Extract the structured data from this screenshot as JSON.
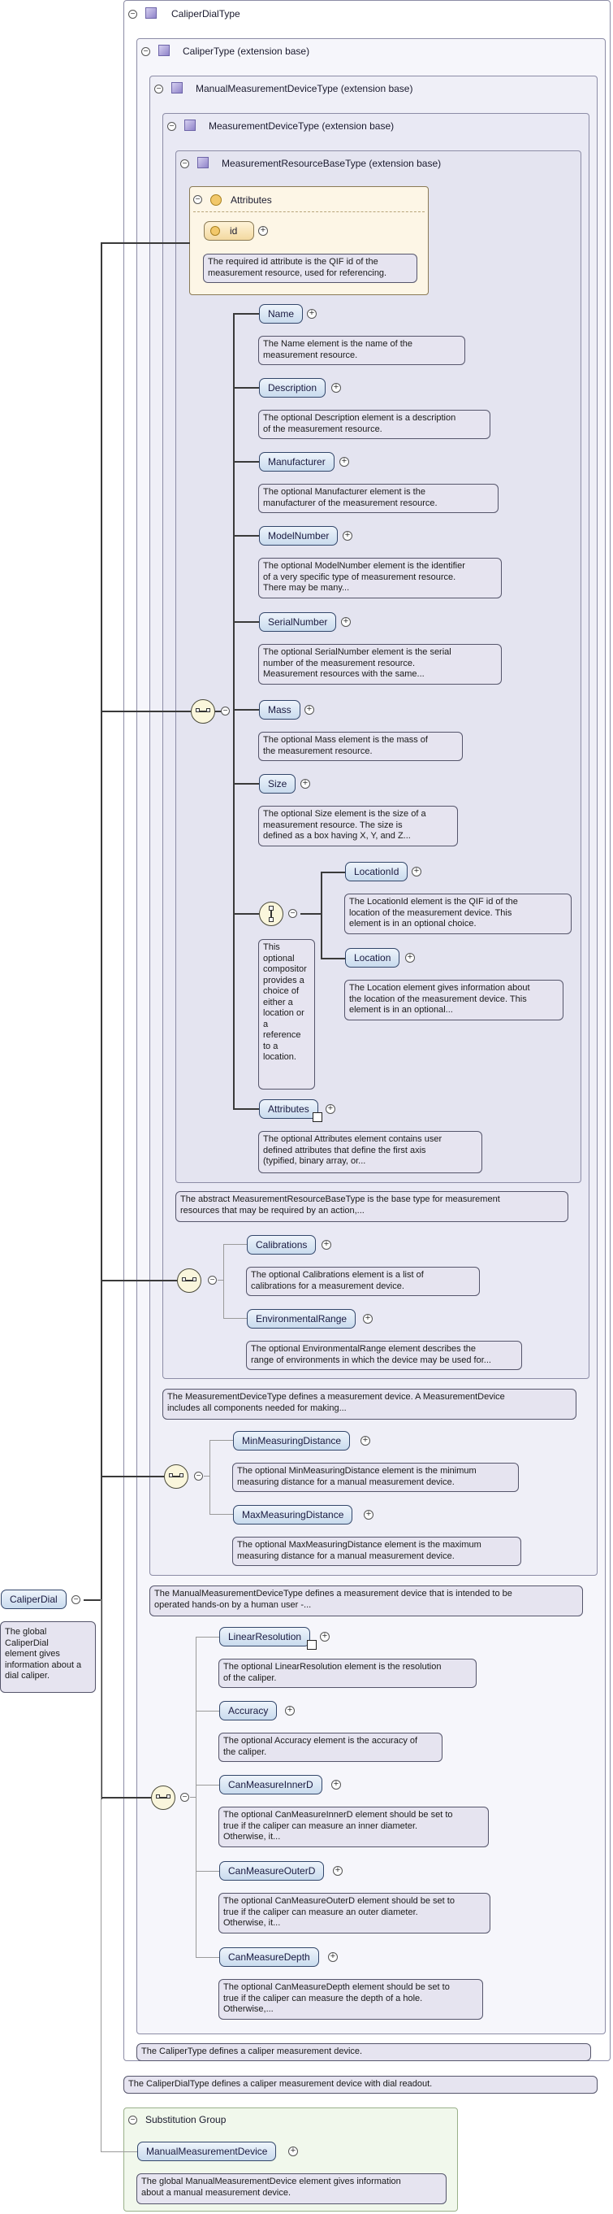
{
  "root": {
    "title": "CaliperDialType",
    "doc": "The CaliperDialType defines a caliper measurement device with dial readout."
  },
  "caliper_type": {
    "title": "CaliperType (extension base)",
    "doc": "The CaliperType defines a caliper measurement device."
  },
  "manual_type": {
    "title": "ManualMeasurementDeviceType (extension base)",
    "doc": [
      "The ManualMeasurementDeviceType defines a measurement device that is intended to be",
      "operated hands-on by a human user -..."
    ]
  },
  "device_type": {
    "title": "MeasurementDeviceType (extension base)",
    "doc": [
      "The MeasurementDeviceType defines a measurement device. A MeasurementDevice",
      "includes all components needed for making..."
    ]
  },
  "resource_type": {
    "title": "MeasurementResourceBaseType (extension base)",
    "doc": [
      "The abstract MeasurementResourceBaseType is the base type for measurement",
      "resources that may be required by an action,..."
    ]
  },
  "attributes": {
    "title": "Attributes",
    "id_label": "id",
    "id_doc": [
      "The required id attribute is the QIF id of the",
      "measurement resource, used for referencing."
    ]
  },
  "resource_elements": [
    {
      "label": "Name",
      "doc": [
        "The Name element is the name of the",
        "measurement resource."
      ]
    },
    {
      "label": "Description",
      "doc": [
        "The optional Description element is a description",
        "of the measurement resource."
      ]
    },
    {
      "label": "Manufacturer",
      "doc": [
        "The optional Manufacturer element is the",
        "manufacturer of the measurement resource."
      ]
    },
    {
      "label": "ModelNumber",
      "doc": [
        "The optional ModelNumber element is the identifier",
        "of a very specific type of measurement resource.",
        "There may be many..."
      ]
    },
    {
      "label": "SerialNumber",
      "doc": [
        "The optional SerialNumber element is the serial",
        "number of the measurement resource.",
        "Measurement resources with the same..."
      ]
    },
    {
      "label": "Mass",
      "doc": [
        "The optional Mass element is the mass of",
        "the measurement resource."
      ]
    },
    {
      "label": "Size",
      "doc": [
        "The optional Size element is the size of a",
        "measurement resource. The size is",
        "defined as a box having X, Y, and Z..."
      ]
    }
  ],
  "choice": {
    "doc": [
      "This",
      "optional",
      "compositor",
      " provides a",
      "choice of",
      "either a",
      "location or",
      "a",
      "reference",
      "to a",
      "location."
    ],
    "items": [
      {
        "label": "LocationId",
        "doc": [
          "The LocationId element is the QIF id of the",
          "location of the measurement device. This",
          "element is in an optional choice."
        ]
      },
      {
        "label": "Location",
        "doc": [
          "The Location element gives information about",
          "the location of the measurement device. This",
          "element is in an optional..."
        ]
      }
    ]
  },
  "attributes_element": {
    "label": "Attributes",
    "doc": [
      "The optional Attributes element contains user",
      "defined attributes that define the first axis",
      "(typified, binary array, or..."
    ]
  },
  "device_elements": [
    {
      "label": "Calibrations",
      "doc": [
        "The optional Calibrations element is a list of",
        "calibrations for a measurement device."
      ]
    },
    {
      "label": "EnvironmentalRange",
      "doc": [
        "The optional EnvironmentalRange element describes the",
        "range of environments in which the device may be used for..."
      ]
    }
  ],
  "manual_elements": [
    {
      "label": "MinMeasuringDistance",
      "doc": [
        "The optional MinMeasuringDistance element is the minimum",
        "measuring distance for a manual measurement device."
      ]
    },
    {
      "label": "MaxMeasuringDistance",
      "doc": [
        "The optional MaxMeasuringDistance element is the maximum",
        "measuring distance for a manual measurement device."
      ]
    }
  ],
  "caliper_elements": [
    {
      "label": "LinearResolution",
      "doc": [
        "The optional LinearResolution element is the resolution",
        "of the caliper."
      ]
    },
    {
      "label": "Accuracy",
      "doc": [
        "The optional Accuracy element is the accuracy of",
        "the caliper."
      ]
    },
    {
      "label": "CanMeasureInnerD",
      "doc": [
        "The optional CanMeasureInnerD element should be set to",
        "true if the caliper can measure an inner diameter.",
        "Otherwise, it..."
      ]
    },
    {
      "label": "CanMeasureOuterD",
      "doc": [
        "The optional CanMeasureOuterD element should be set to",
        "true if the caliper can measure an outer diameter.",
        "Otherwise, it..."
      ]
    },
    {
      "label": "CanMeasureDepth",
      "doc": [
        "The optional CanMeasureDepth element should be set to",
        "true if the caliper can measure the depth of a hole.",
        "Otherwise,..."
      ]
    }
  ],
  "global_element": {
    "label": "CaliperDial",
    "doc": [
      "The global",
      "CaliperDial",
      "element gives",
      "information about a",
      "dial caliper."
    ]
  },
  "substitution": {
    "title": "Substitution Group",
    "label": "ManualMeasurementDevice",
    "doc": [
      "The global ManualMeasurementDevice element gives information",
      "about a manual measurement device."
    ]
  },
  "colors": {
    "element_fill": "#c9dbee",
    "doc_fill": "#e6e4f0",
    "compositor_fill": "#faf6dc",
    "attribute_fill": "#fdf6e6"
  }
}
